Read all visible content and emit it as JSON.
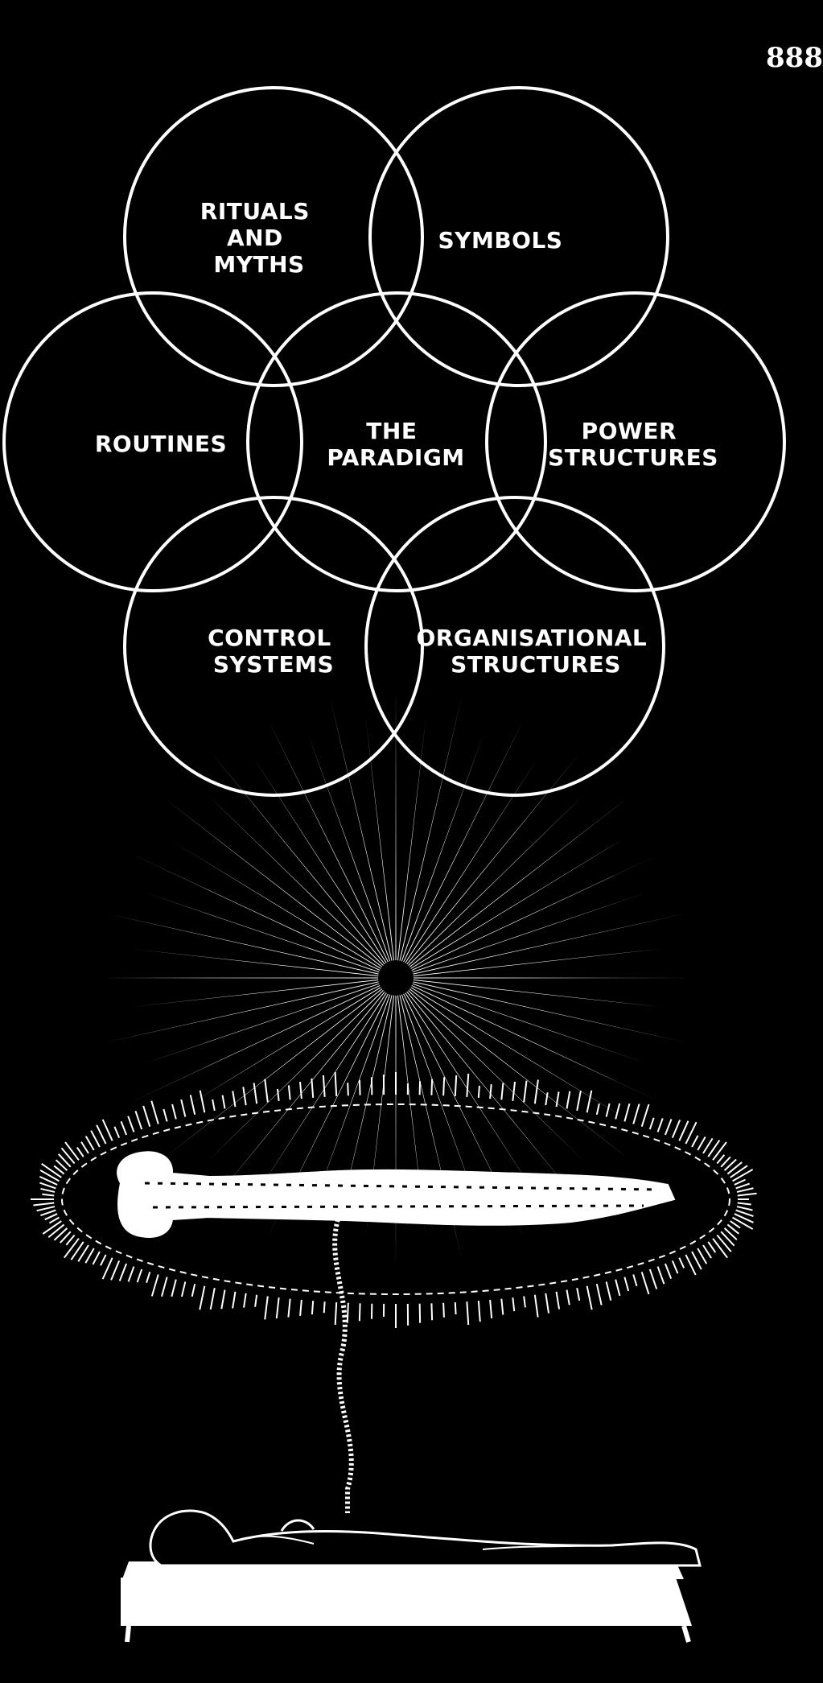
{
  "page_number": "888",
  "circles": [
    {
      "id": "rituals-and-myths",
      "lines": [
        "RITUALS",
        "AND",
        "MYTHS"
      ]
    },
    {
      "id": "symbols",
      "lines": [
        "SYMBOLS"
      ]
    },
    {
      "id": "routines",
      "lines": [
        "ROUTINES"
      ]
    },
    {
      "id": "the-paradigm",
      "lines": [
        "THE",
        "PARADIGM"
      ]
    },
    {
      "id": "power-structures",
      "lines": [
        "POWER",
        "STRUCTURES"
      ]
    },
    {
      "id": "control-systems",
      "lines": [
        "CONTROL",
        "SYSTEMS"
      ]
    },
    {
      "id": "organisational-structures",
      "lines": [
        "ORGANISATIONAL",
        "STRUCTURES"
      ]
    }
  ],
  "colors": {
    "background": "#000000",
    "foreground": "#ffffff"
  },
  "illustration": {
    "burst": "radiant-starburst-icon",
    "astral_figure": "floating-figure-icon",
    "sleeper": "sleeping-figure-icon",
    "cord": "silver-cord-icon"
  }
}
